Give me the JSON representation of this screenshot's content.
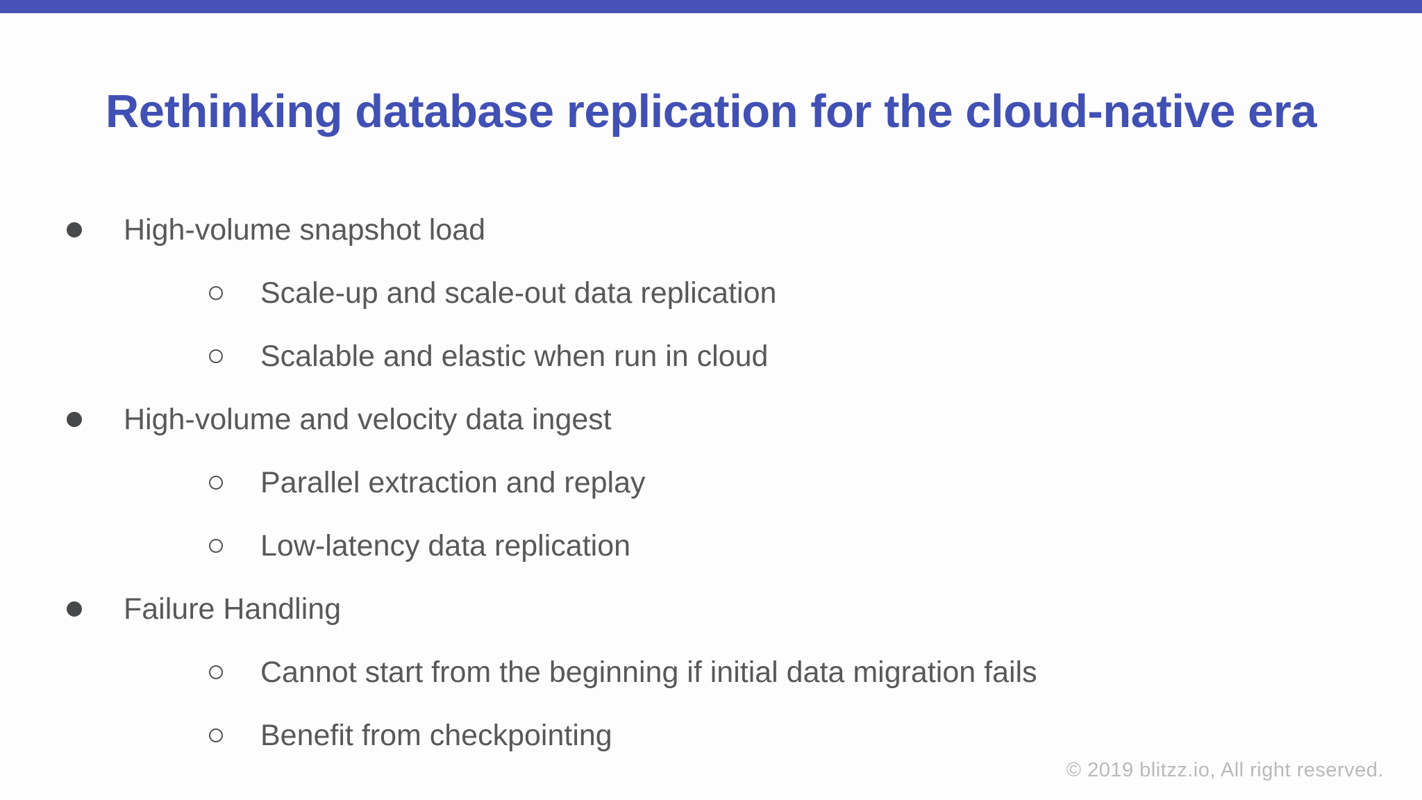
{
  "slide": {
    "title": "Rethinking database replication for the cloud-native era",
    "bullets": [
      {
        "label": "High-volume snapshot load",
        "children": [
          "Scale-up and scale-out data replication",
          "Scalable and elastic when run in cloud"
        ]
      },
      {
        "label": "High-volume and velocity data ingest",
        "children": [
          "Parallel extraction and replay",
          "Low-latency data replication"
        ]
      },
      {
        "label": "Failure Handling",
        "children": [
          "Cannot start from the beginning if initial data migration fails",
          "Benefit from checkpointing"
        ]
      }
    ],
    "footer": "© 2019 blitzz.io, All right reserved.",
    "colors": {
      "accent_bar": "#4652b5",
      "title_text": "#4150b4",
      "body_text": "#58585a",
      "footer_text": "#b9b9bd",
      "background": "#fdfdfd"
    }
  }
}
